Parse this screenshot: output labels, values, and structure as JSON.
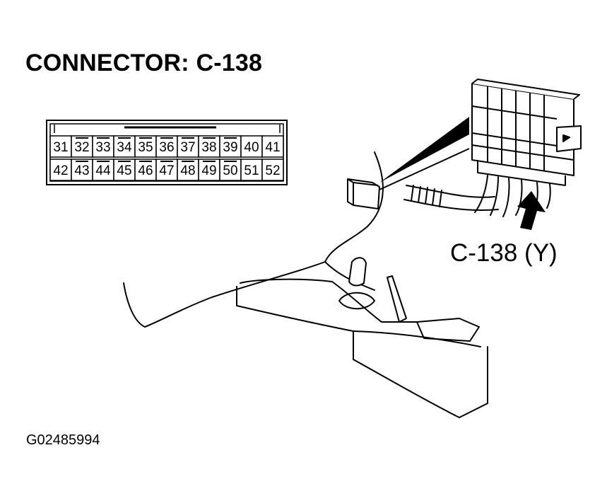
{
  "title": "CONNECTOR: C-138",
  "callout": "C-138 (Y)",
  "figure_id": "G02485994",
  "connector": {
    "top_row": [
      "31",
      "32",
      "33",
      "34",
      "35",
      "36",
      "37",
      "38",
      "39",
      "40",
      "41"
    ],
    "bottom_row": [
      "42",
      "43",
      "44",
      "45",
      "46",
      "47",
      "48",
      "49",
      "50",
      "51",
      "52"
    ]
  }
}
